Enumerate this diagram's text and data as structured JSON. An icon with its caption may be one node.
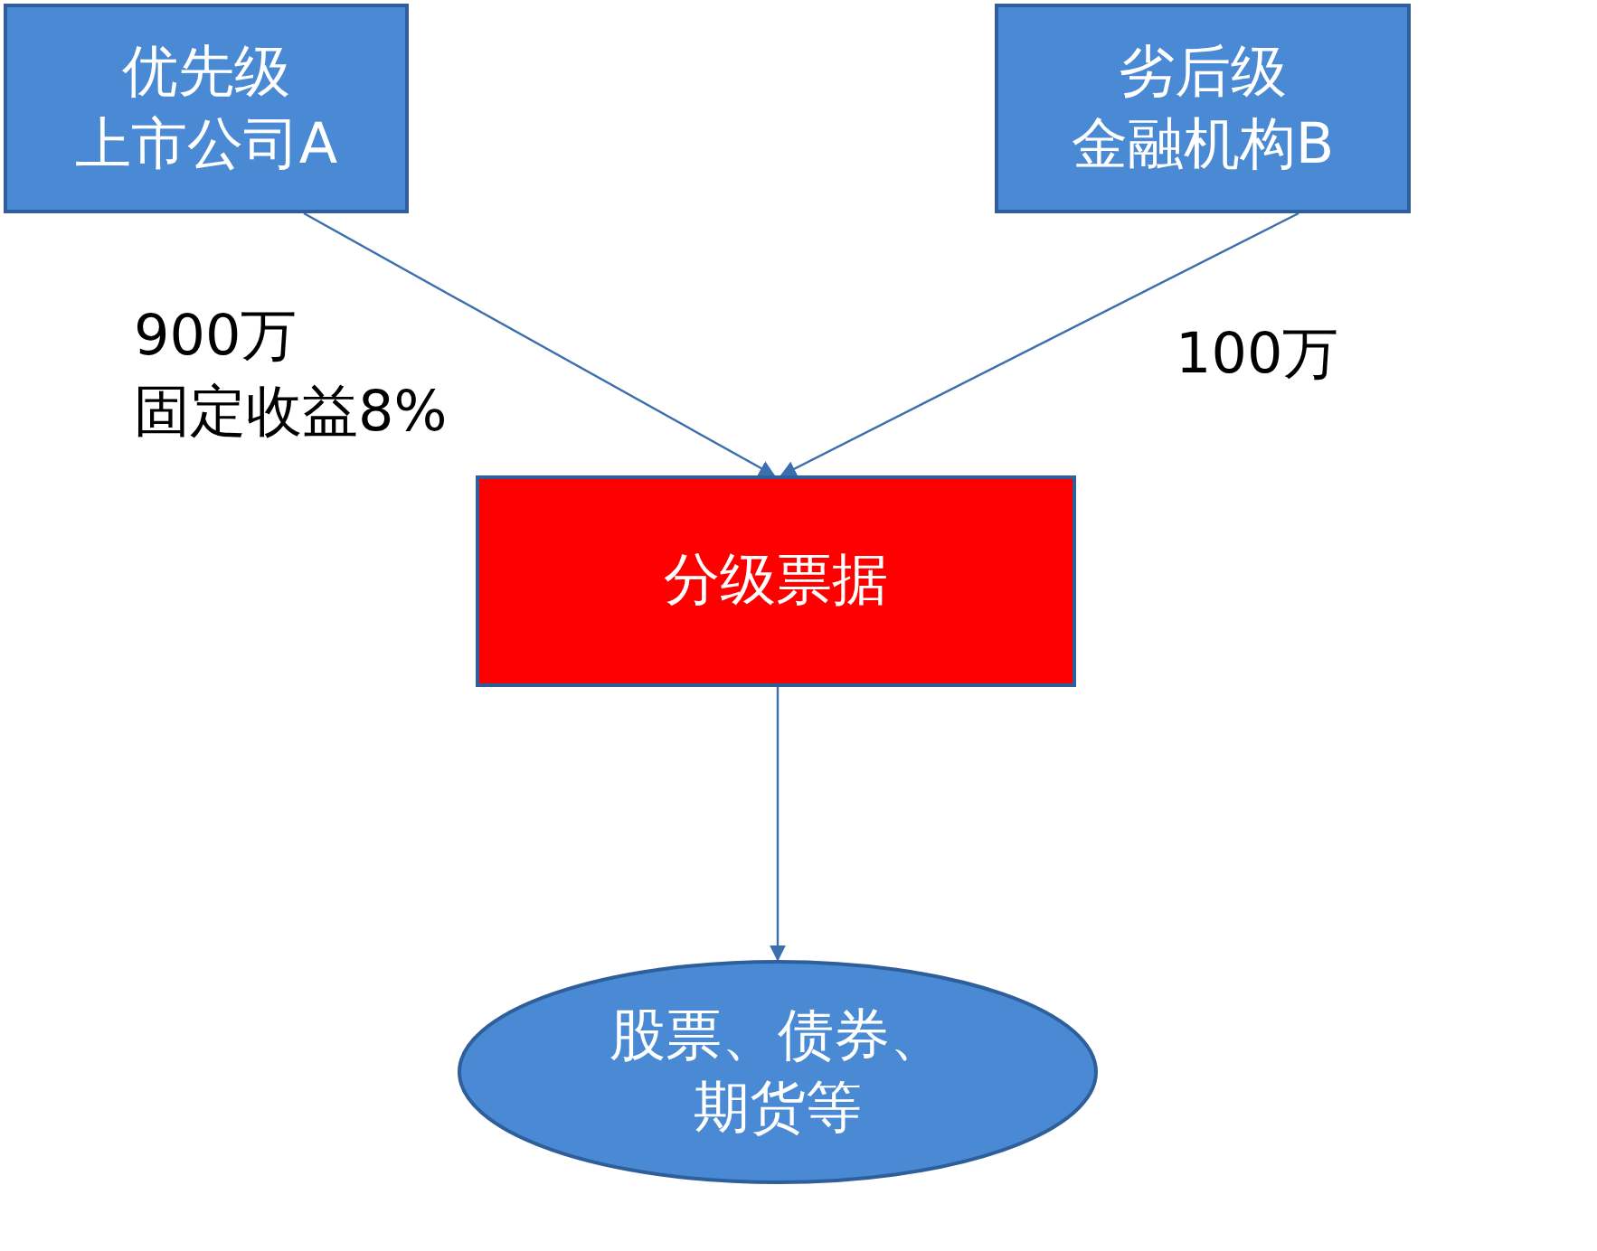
{
  "diagram": {
    "nodes": [
      {
        "text": [
          "优先级",
          "上市公司A"
        ]
      },
      {
        "text": [
          "劣后级",
          "金融机构B"
        ]
      },
      {
        "text": [
          "分级票据"
        ]
      },
      {
        "text": [
          "股票、债券、期货等"
        ]
      }
    ],
    "edges": [
      {
        "from": 0,
        "to": 2,
        "arrow": "to",
        "label": "900万固定收益8%"
      },
      {
        "from": 1,
        "to": 2,
        "arrow": "to",
        "label": "100万"
      },
      {
        "from": 2,
        "to": 3,
        "arrow": "to"
      }
    ]
  }
}
